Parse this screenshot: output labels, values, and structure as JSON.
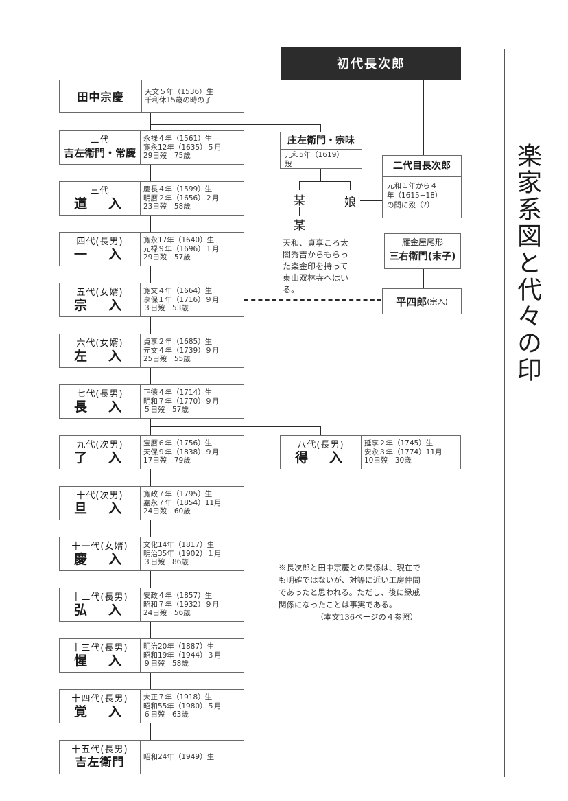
{
  "title": "楽家系図と代々の印",
  "founder": "初代長次郎",
  "tanaka": {
    "name": "田中宗慶",
    "info": [
      "天文５年（1536）生",
      "千利休15歳の時の子"
    ]
  },
  "lineage": [
    {
      "gen": "二代",
      "name": "吉左衛門・常慶",
      "info": [
        "永禄４年（1561）生",
        "寛永12年（1635）５月",
        "29日歿　75歳"
      ]
    },
    {
      "gen": "三代",
      "name": "道　入",
      "info": [
        "慶長４年（1599）生",
        "明暦２年（1656）２月",
        "23日歿　58歳"
      ]
    },
    {
      "gen": "四代(長男)",
      "name": "一　入",
      "info": [
        "寛永17年（1640）生",
        "元禄９年（1696）１月",
        "29日歿　57歳"
      ]
    },
    {
      "gen": "五代(女婿)",
      "name": "宗　入",
      "info": [
        "寛文４年（1664）生",
        "享保１年（1716）９月",
        "３日歿　53歳"
      ]
    },
    {
      "gen": "六代(女婿)",
      "name": "左　入",
      "info": [
        "貞享２年（1685）生",
        "元文４年（1739）９月",
        "25日歿　55歳"
      ]
    },
    {
      "gen": "七代(長男)",
      "name": "長　入",
      "info": [
        "正徳４年（1714）生",
        "明和７年（1770）９月",
        "５日歿　57歳"
      ]
    },
    {
      "gen": "九代(次男)",
      "name": "了　入",
      "info": [
        "宝暦６年（1756）生",
        "天保９年（1838）９月",
        "17日歿　79歳"
      ]
    },
    {
      "gen": "十代(次男)",
      "name": "旦　入",
      "info": [
        "寛政７年（1795）生",
        "嘉永７年（1854）11月",
        "24日歿　60歳"
      ]
    },
    {
      "gen": "十一代(女婿)",
      "name": "慶　入",
      "info": [
        "文化14年（1817）生",
        "明治35年（1902）１月",
        "３日歿　86歳"
      ]
    },
    {
      "gen": "十二代(長男)",
      "name": "弘　入",
      "info": [
        "安政４年（1857）生",
        "昭和７年（1932）９月",
        "24日歿　56歳"
      ]
    },
    {
      "gen": "十三代(長男)",
      "name": "惺　入",
      "info": [
        "明治20年（1887）生",
        "昭和19年（1944）３月",
        "９日歿　58歳"
      ]
    },
    {
      "gen": "十四代(長男)",
      "name": "覚　入",
      "info": [
        "大正７年（1918）生",
        "昭和55年（1980）５月",
        "６日歿　63歳"
      ]
    },
    {
      "gen": "十五代(長男)",
      "name": "吉左衛門",
      "info": [
        "昭和24年（1949）生"
      ]
    }
  ],
  "hachidai": {
    "gen": "八代(長男)",
    "name": "得　入",
    "info": [
      "延享２年（1745）生",
      "安永３年（1774）11月",
      "10日歿　30歳"
    ]
  },
  "shozaemon": {
    "name": "庄左衛門・宗味",
    "info": [
      "元和5年（1619）",
      "歿"
    ]
  },
  "bou": "某",
  "musume": "娘",
  "nidaime": {
    "name": "二代目長次郎",
    "info": [
      "元和１年から４",
      "年（1615−18）",
      "の間に歿（?）"
    ]
  },
  "tenna_note": [
    "天和、貞享ころ太",
    "閤秀吉からもらっ",
    "た楽金印を持って",
    "東山双林寺へはい",
    "る。"
  ],
  "kari": {
    "line1": "雁金屋尾形",
    "line2": "三右衛門(末子)"
  },
  "heishiro": {
    "name": "平四郎",
    "sub": "(宗入)"
  },
  "footnote": [
    "※長次郎と田中宗慶との関係は、現在で",
    "も明確ではないが、対等に近い工房仲間",
    "であったと思われる。ただし、後に縁戚",
    "関係になったことは事実である。"
  ],
  "footnote_ref": "（本文136ページの４参照）"
}
